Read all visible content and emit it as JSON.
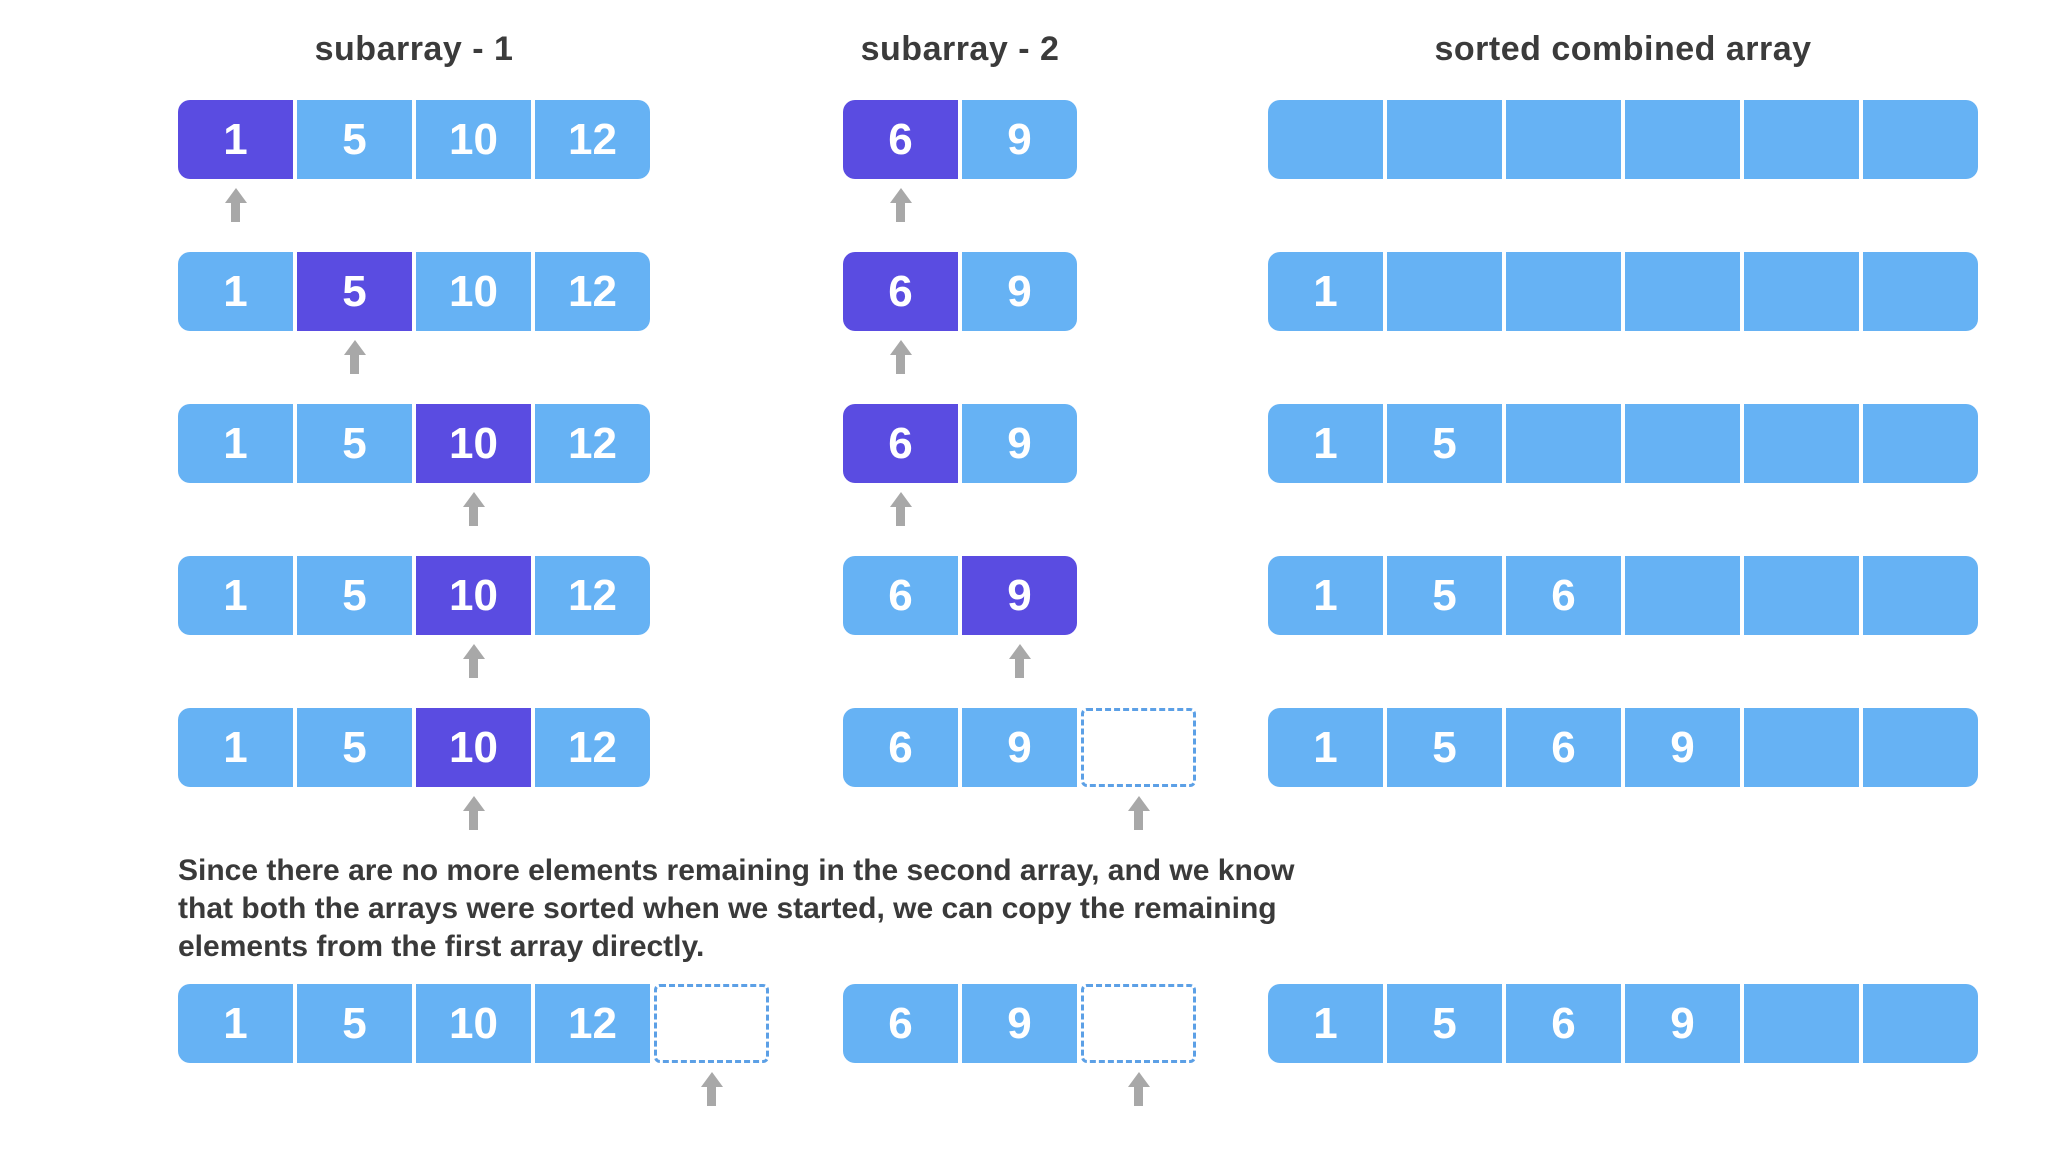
{
  "diagram": {
    "columns": [
      {
        "title": "subarray - 1"
      },
      {
        "title": "subarray - 2"
      },
      {
        "title": "sorted combined array"
      }
    ],
    "note_lines": [
      "Since there are no more elements remaining in the second array, and we know",
      "that both the arrays were sorted when we started, we can copy the remaining",
      "elements from the first array directly."
    ],
    "steps": [
      {
        "arrays": [
          {
            "col": 0,
            "cells": [
              "1",
              "5",
              "10",
              "12"
            ],
            "highlight": 0,
            "arrow": 0,
            "dashed_extra": false
          },
          {
            "col": 1,
            "cells": [
              "6",
              "9"
            ],
            "highlight": 0,
            "arrow": 0,
            "dashed_extra": false
          },
          {
            "col": 2,
            "cells": [
              "",
              "",
              "",
              "",
              "",
              ""
            ],
            "highlight": null,
            "arrow": null,
            "dashed_extra": false
          }
        ]
      },
      {
        "arrays": [
          {
            "col": 0,
            "cells": [
              "1",
              "5",
              "10",
              "12"
            ],
            "highlight": 1,
            "arrow": 1,
            "dashed_extra": false
          },
          {
            "col": 1,
            "cells": [
              "6",
              "9"
            ],
            "highlight": 0,
            "arrow": 0,
            "dashed_extra": false
          },
          {
            "col": 2,
            "cells": [
              "1",
              "",
              "",
              "",
              "",
              ""
            ],
            "highlight": null,
            "arrow": null,
            "dashed_extra": false
          }
        ]
      },
      {
        "arrays": [
          {
            "col": 0,
            "cells": [
              "1",
              "5",
              "10",
              "12"
            ],
            "highlight": 2,
            "arrow": 2,
            "dashed_extra": false
          },
          {
            "col": 1,
            "cells": [
              "6",
              "9"
            ],
            "highlight": 0,
            "arrow": 0,
            "dashed_extra": false
          },
          {
            "col": 2,
            "cells": [
              "1",
              "5",
              "",
              "",
              "",
              ""
            ],
            "highlight": null,
            "arrow": null,
            "dashed_extra": false
          }
        ]
      },
      {
        "arrays": [
          {
            "col": 0,
            "cells": [
              "1",
              "5",
              "10",
              "12"
            ],
            "highlight": 2,
            "arrow": 2,
            "dashed_extra": false
          },
          {
            "col": 1,
            "cells": [
              "6",
              "9"
            ],
            "highlight": 1,
            "arrow": 1,
            "dashed_extra": false
          },
          {
            "col": 2,
            "cells": [
              "1",
              "5",
              "6",
              "",
              "",
              ""
            ],
            "highlight": null,
            "arrow": null,
            "dashed_extra": false
          }
        ]
      },
      {
        "arrays": [
          {
            "col": 0,
            "cells": [
              "1",
              "5",
              "10",
              "12"
            ],
            "highlight": 2,
            "arrow": 2,
            "dashed_extra": false
          },
          {
            "col": 1,
            "cells": [
              "6",
              "9"
            ],
            "highlight": null,
            "arrow": 2,
            "dashed_extra": true
          },
          {
            "col": 2,
            "cells": [
              "1",
              "5",
              "6",
              "9",
              "",
              ""
            ],
            "highlight": null,
            "arrow": null,
            "dashed_extra": false
          }
        ]
      },
      {
        "arrays": [
          {
            "col": 0,
            "cells": [
              "1",
              "5",
              "10",
              "12"
            ],
            "highlight": null,
            "arrow": 4,
            "dashed_extra": true
          },
          {
            "col": 1,
            "cells": [
              "6",
              "9"
            ],
            "highlight": null,
            "arrow": 2,
            "dashed_extra": true
          },
          {
            "col": 2,
            "cells": [
              "1",
              "5",
              "6",
              "9",
              "",
              ""
            ],
            "highlight": null,
            "arrow": null,
            "dashed_extra": false
          }
        ]
      }
    ]
  },
  "colors": {
    "cell_blue": "#66b2f4",
    "cell_purple": "#5a4ce1",
    "cell_text": "#ffffff",
    "arrow_gray": "#a8a8a8",
    "heading_text": "#3b3b3b",
    "body_text": "#3a3a3a",
    "dashed_border": "#5ca0e6"
  }
}
